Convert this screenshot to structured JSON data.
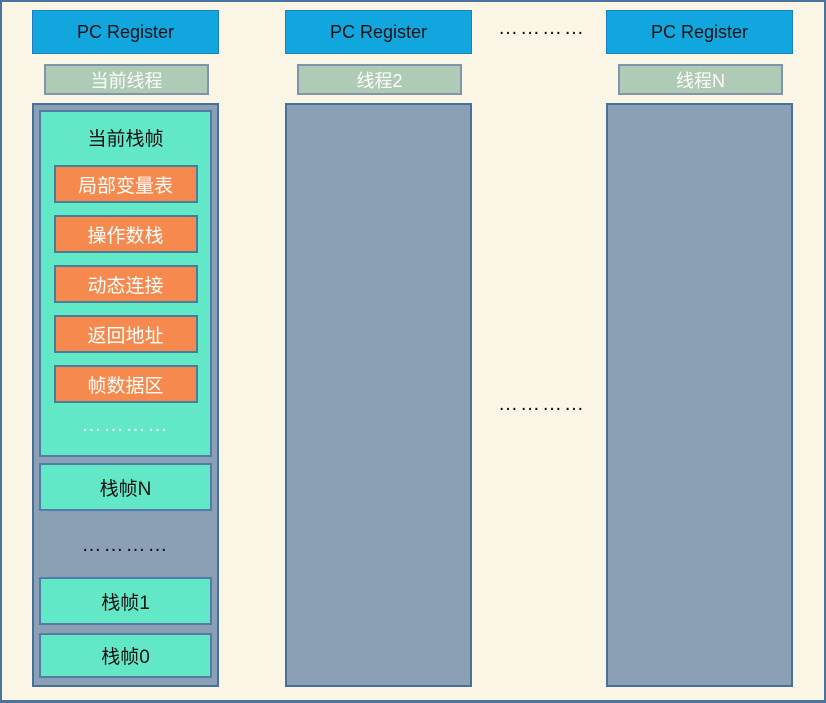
{
  "diagram_title": "JVM thread stacks diagram",
  "colors": {
    "background": "#FBF5E6",
    "outer_border": "#4A74A0",
    "pc_register_fill": "#12A6DF",
    "thread_label_fill": "#AFCBB5",
    "stack_panel_fill": "#8BA0B4",
    "stack_frame_fill": "#63E8C7",
    "frame_part_fill": "#F68A4E"
  },
  "columns": {
    "thread1": {
      "pc_register": "PC Register",
      "thread_label": "当前线程",
      "stack": {
        "current_frame_title": "当前栈帧",
        "parts": [
          "局部变量表",
          "操作数栈",
          "动态连接",
          "返回地址",
          "帧数据区"
        ],
        "frame_ellipsis": "…………",
        "frame_n": "栈帧N",
        "stack_ellipsis": "…………",
        "frame_1": "栈帧1",
        "frame_0": "栈帧0"
      }
    },
    "thread2": {
      "pc_register": "PC Register",
      "thread_label": "线程2"
    },
    "threadN": {
      "pc_register": "PC Register",
      "thread_label": "线程N"
    }
  },
  "ellipses": {
    "top": "…………",
    "middle": "…………"
  }
}
